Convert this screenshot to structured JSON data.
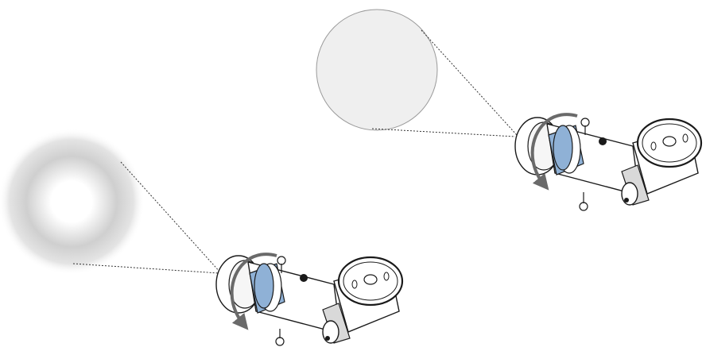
{
  "figure": {
    "description_visible_text": [],
    "panels": [
      {
        "id": "blurred-beam",
        "icon": "soft-focus-spot"
      },
      {
        "id": "focused-beam",
        "icon": "sharp-focus-spot"
      }
    ],
    "colors": {
      "lens_ring": "#8fb1d6",
      "arrow": "#6a6a6a",
      "outline": "#1a1a1a",
      "sharp_spot_fill": "#efefef",
      "blur_center": "#ffffff",
      "blur_edge": "#bdbdbd"
    }
  }
}
